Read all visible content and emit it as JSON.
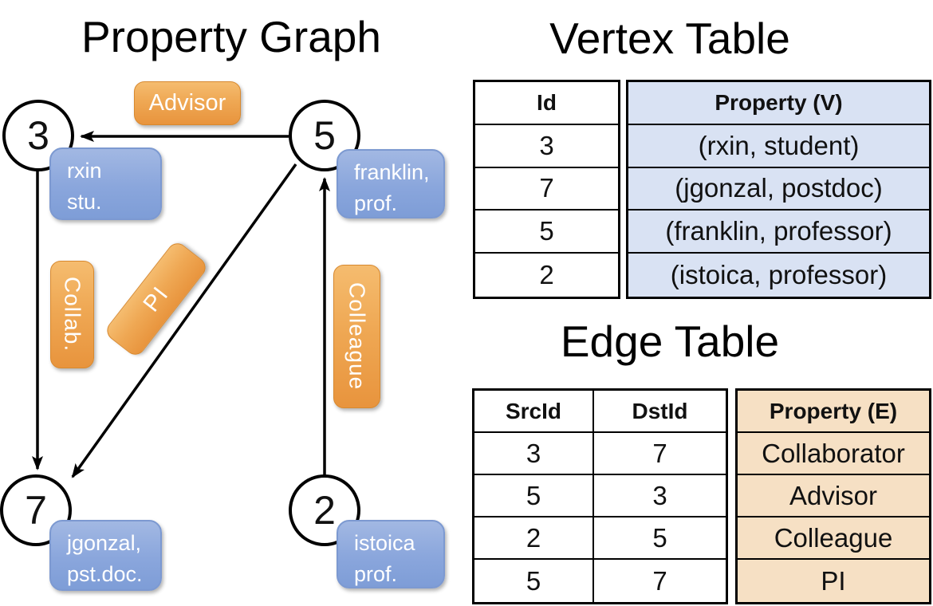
{
  "colors": {
    "orange_top": "#F5BC6F",
    "orange_bottom": "#E8943D",
    "orange_border": "#D8892F",
    "blue_top": "#A2B8E3",
    "blue_bottom": "#7E9DD7",
    "blue_border": "#7C99D1",
    "vertex_table_fill": "#D9E2F3",
    "edge_table_fill": "#F6E0C4",
    "line_color": "#000000",
    "label_text": "#FFFFFF"
  },
  "graph": {
    "title": "Property Graph",
    "nodes": [
      {
        "id": "3",
        "line1": "rxin",
        "line2": "stu."
      },
      {
        "id": "5",
        "line1": "franklin,",
        "line2": "prof."
      },
      {
        "id": "7",
        "line1": "jgonzal,",
        "line2": "pst.doc."
      },
      {
        "id": "2",
        "line1": "istoica",
        "line2": "prof."
      }
    ],
    "edge_labels": {
      "advisor": "Advisor",
      "collab": "Collab.",
      "pi": "PI",
      "colleague": "Colleague"
    }
  },
  "vertex_table": {
    "title": "Vertex Table",
    "headers": {
      "id": "Id",
      "property": "Property (V)"
    },
    "rows": [
      {
        "id": "3",
        "property": "(rxin, student)"
      },
      {
        "id": "7",
        "property": "(jgonzal, postdoc)"
      },
      {
        "id": "5",
        "property": "(franklin, professor)"
      },
      {
        "id": "2",
        "property": "(istoica, professor)"
      }
    ]
  },
  "edge_table": {
    "title": "Edge Table",
    "headers": {
      "src": "SrcId",
      "dst": "DstId",
      "property": "Property (E)"
    },
    "rows": [
      {
        "src": "3",
        "dst": "7",
        "property": "Collaborator"
      },
      {
        "src": "5",
        "dst": "3",
        "property": "Advisor"
      },
      {
        "src": "2",
        "dst": "5",
        "property": "Colleague"
      },
      {
        "src": "5",
        "dst": "7",
        "property": "PI"
      }
    ]
  }
}
